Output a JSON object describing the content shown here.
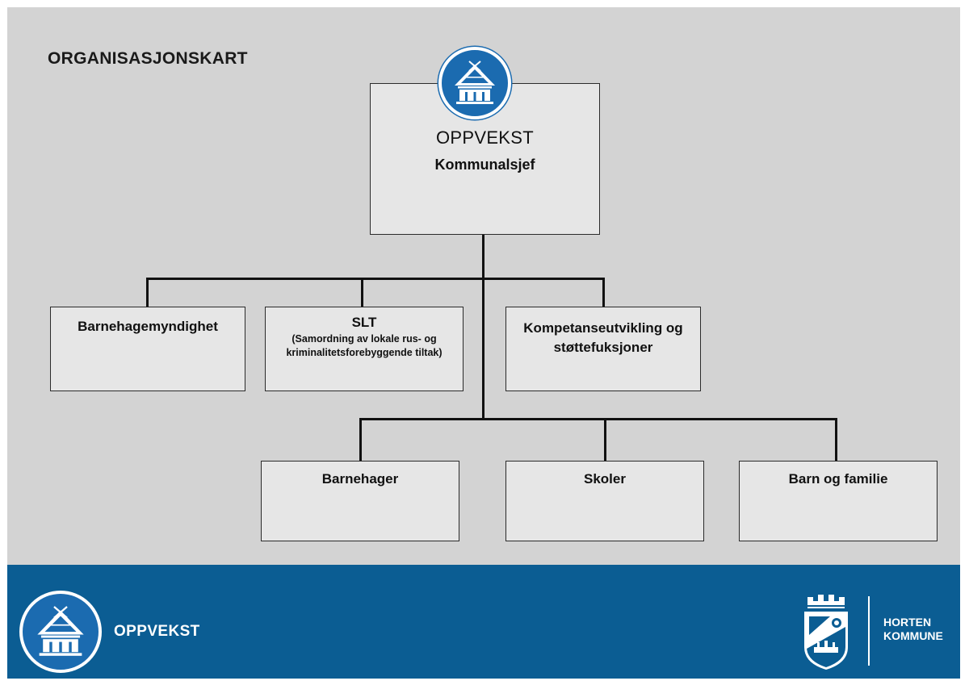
{
  "header": {
    "title": "ORGANISASJONSKART"
  },
  "root": {
    "title": "OPPVEKST",
    "subtitle": "Kommunalsjef",
    "logo_icon": "house-icon"
  },
  "staff_units": [
    {
      "title": "Barnehagemyndighet",
      "detail": ""
    },
    {
      "title": "SLT",
      "detail": "(Samordning av lokale rus- og kriminalitetsforebyggende tiltak)"
    },
    {
      "title": "Kompetanseutvikling og støttefuksjoner",
      "detail": ""
    }
  ],
  "line_units": [
    {
      "title": "Barnehager"
    },
    {
      "title": "Skoler"
    },
    {
      "title": "Barn og familie"
    }
  ],
  "footer": {
    "title": "OPPVEKST",
    "logo_icon": "house-icon",
    "municipality_line1": "HORTEN",
    "municipality_line2": "KOMMUNE",
    "coat_of_arms_icon": "coat-of-arms-icon"
  },
  "colors": {
    "footer": "#0b5d93",
    "logo_blue": "#1b6bb0",
    "background": "#d3d3d3",
    "box_fill": "#e6e6e6"
  }
}
